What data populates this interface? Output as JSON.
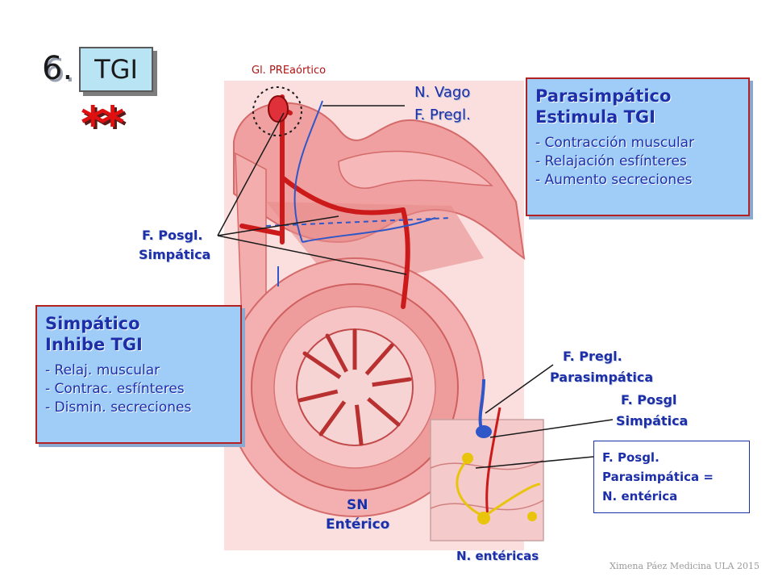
{
  "slide": {
    "number": "6.",
    "tag": "TGI",
    "stars": "**",
    "credit": "Ximena Páez Medicina ULA 2015"
  },
  "labels": {
    "gl_preaortico": "Gl. PREaórtico",
    "n_vago": "N. Vago",
    "f_pregl": "F. Pregl.",
    "f_posgl": "F. Posgl.",
    "simpatica": "Simpática",
    "f_pregl2": "F. Pregl.",
    "parasimpatica": "Parasimpática",
    "f_posgl2": "F. Posgl",
    "simpatica2": "Simpática",
    "sn": "SN",
    "enterico": "Entérico",
    "n_entericas": "N. entéricas"
  },
  "parasympathetic_box": {
    "title1": "Parasimpático",
    "title2": "Estimula TGI",
    "items": [
      "- Contracción muscular",
      "- Relajación esfínteres",
      "- Aumento secreciones"
    ]
  },
  "sympathetic_box": {
    "title1": "Simpático",
    "title2": "Inhibe TGI",
    "items": [
      "- Relaj. muscular",
      "- Contrac. esfínteres",
      "- Dismin. secreciones"
    ]
  },
  "enteric_box": {
    "line1": "F. Posgl.",
    "line2": "Parasimpática =",
    "line3": "N.  entérica"
  },
  "colors": {
    "tissue": "#f2a3a3",
    "tissue_dark": "#d9534f",
    "vessel": "#cc1a1a",
    "nerve_blue": "#2f57c8",
    "nerve_yellow": "#e8c40c",
    "panel_fill": "#9fcdf7",
    "panel_border": "#b32222",
    "label_text": "#1d2fa8"
  }
}
